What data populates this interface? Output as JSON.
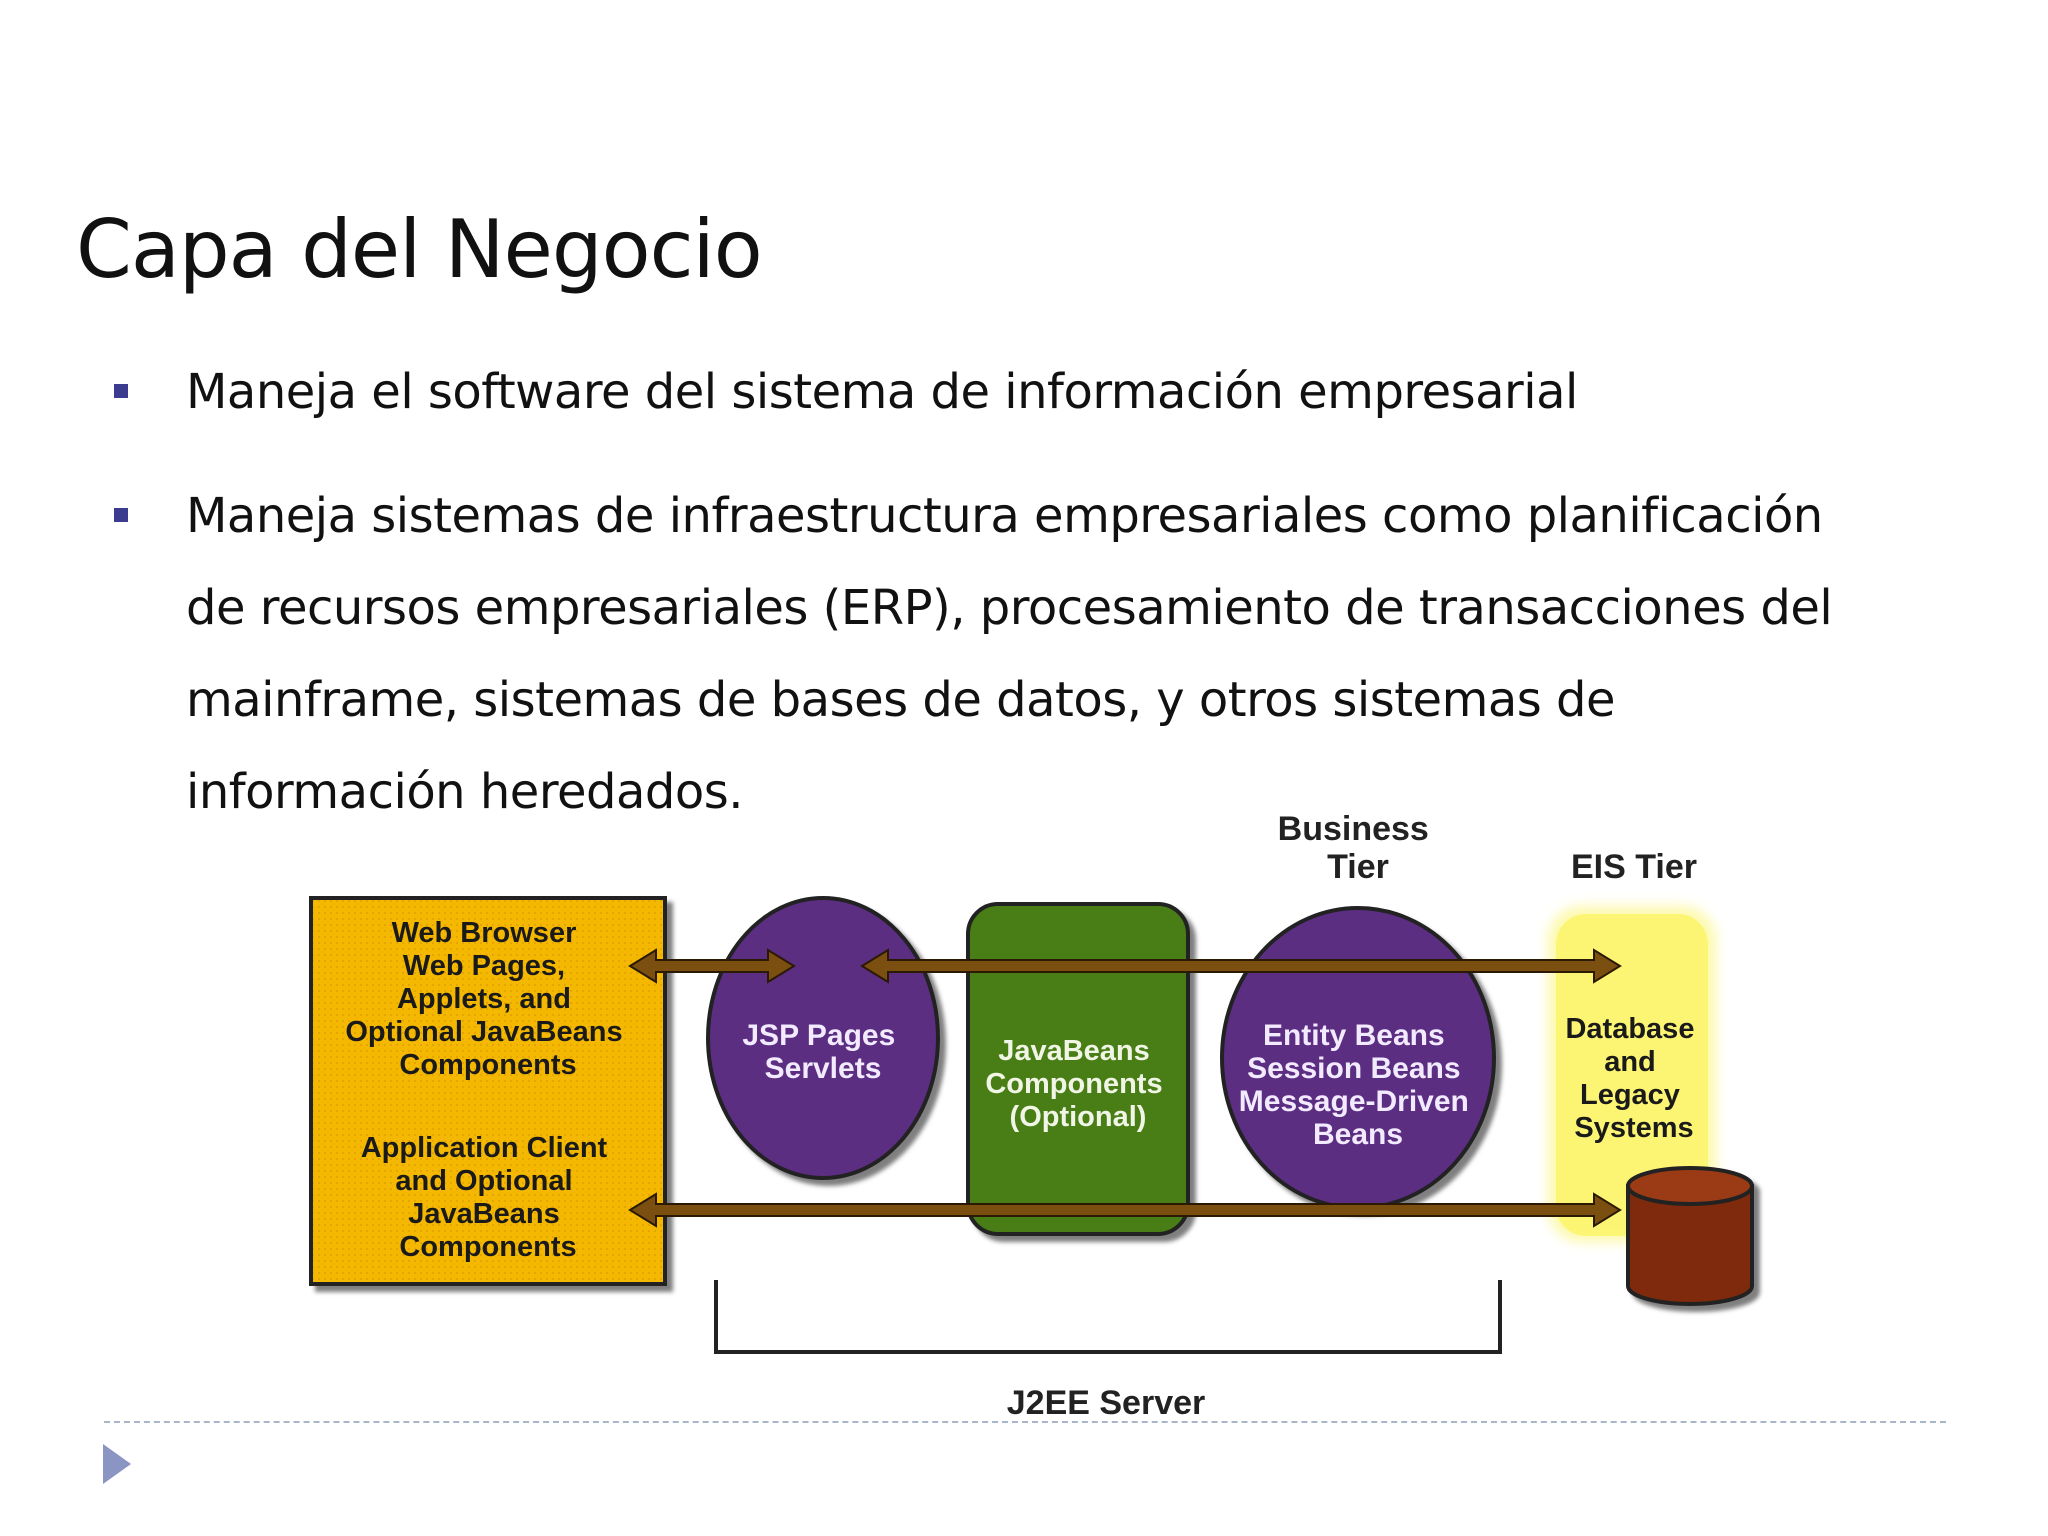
{
  "slide": {
    "title": "Capa del Negocio",
    "bullets": [
      "Maneja el software del sistema de información empresarial",
      "Maneja sistemas de infraestructura empresariales como planificación de recursos empresariales (ERP), procesamiento de transacciones del mainframe, sistemas de bases de datos, y otros sistemas de información heredados."
    ]
  },
  "diagram": {
    "business_tier_label": [
      "Business",
      "Tier"
    ],
    "eis_tier_label": "EIS Tier",
    "client_box": {
      "web_client": [
        "Web Browser",
        "Web Pages,",
        "Applets, and",
        "Optional JavaBeans",
        "Components"
      ],
      "app_client": [
        "Application Client",
        "and Optional",
        "JavaBeans",
        "Components"
      ]
    },
    "jsp_node": [
      "JSP Pages",
      "Servlets"
    ],
    "javabeans_node": [
      "JavaBeans",
      "Components",
      "(Optional)"
    ],
    "ejb_node": [
      "Entity Beans",
      "Session Beans",
      "Message-Driven",
      "Beans"
    ],
    "eis_node": [
      "Database",
      "and",
      "Legacy",
      "Systems"
    ],
    "server_label": "J2EE Server",
    "colors": {
      "client_box": "#f5b800",
      "purple_node": "#5b2d82",
      "green_node": "#4a7e16",
      "eis_glow": "#fbf46a",
      "arrow": "#7a4f10",
      "database": "#7f2b08"
    }
  }
}
